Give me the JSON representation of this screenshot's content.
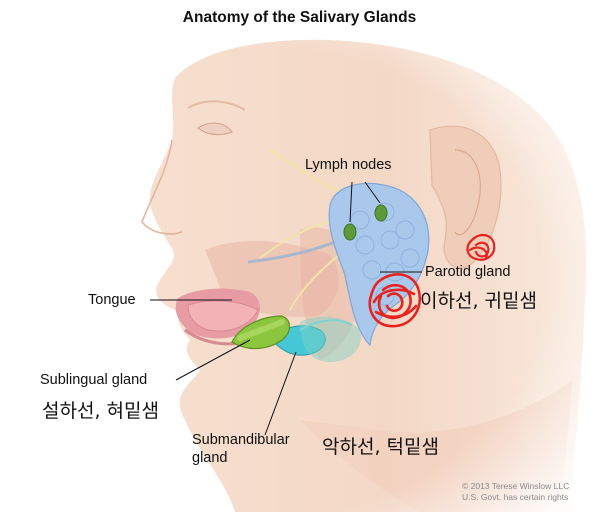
{
  "title": "Anatomy of the Salivary Glands",
  "labels": {
    "lymph_nodes": "Lymph nodes",
    "parotid": "Parotid gland",
    "tongue": "Tongue",
    "sublingual": "Sublingual gland",
    "submandibular_line1": "Submandibular",
    "submandibular_line2": "gland"
  },
  "handwritten_korean": {
    "parotid": "이하선, 귀밑샘",
    "sublingual": "설하선, 혀밑샘",
    "submandibular": "악하선, 턱밑샘"
  },
  "credit": {
    "line1": "© 2013 Terese Winslow LLC",
    "line2": "U.S. Govt. has certain rights"
  },
  "colors": {
    "skin": "#f6dccb",
    "parotid_gland": "#a9c8ec",
    "lymph_node": "#5e9a3c",
    "sublingual_gland": "#8cc63f",
    "submandibular_gland": "#47c8d6",
    "annotation_marker": "#e8231f"
  }
}
